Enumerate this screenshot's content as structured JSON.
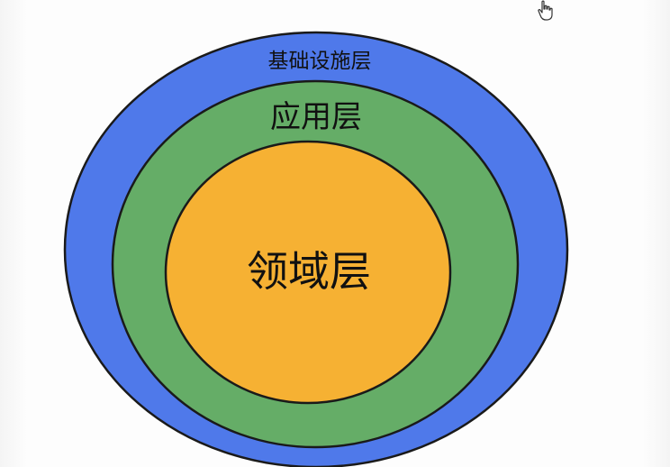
{
  "diagram": {
    "type": "concentric-layers",
    "layers": [
      {
        "label": "基础设施层",
        "color": "#4f79ea"
      },
      {
        "label": "应用层",
        "color": "#65ad67"
      },
      {
        "label": "领域层",
        "color": "#f6b133"
      }
    ],
    "outline_color": "#1a1a1a"
  },
  "cursor": {
    "icon": "hand-pointer-icon"
  }
}
